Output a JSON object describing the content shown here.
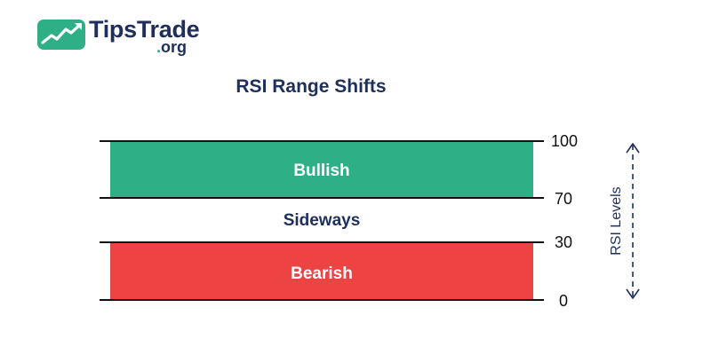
{
  "logo": {
    "name": "TipsTrade",
    "domain_dot": ".",
    "domain_tld": "org"
  },
  "title": "RSI Range Shifts",
  "zones": [
    {
      "name": "Bullish",
      "from": 70,
      "to": 100,
      "color": "#2faf86",
      "text_color": "#ffffff"
    },
    {
      "name": "Sideways",
      "from": 30,
      "to": 70,
      "color": "#ffffff",
      "text_color": "#1d2f5a"
    },
    {
      "name": "Bearish",
      "from": 0,
      "to": 30,
      "color": "#ee4343",
      "text_color": "#ffffff"
    }
  ],
  "levels": [
    "100",
    "70",
    "30",
    "0"
  ],
  "axis_label": "RSI Levels",
  "colors": {
    "brand_navy": "#1d2f5a",
    "brand_green": "#2faf86",
    "bullish": "#2faf86",
    "bearish": "#ee4343",
    "lines": "#111111"
  }
}
